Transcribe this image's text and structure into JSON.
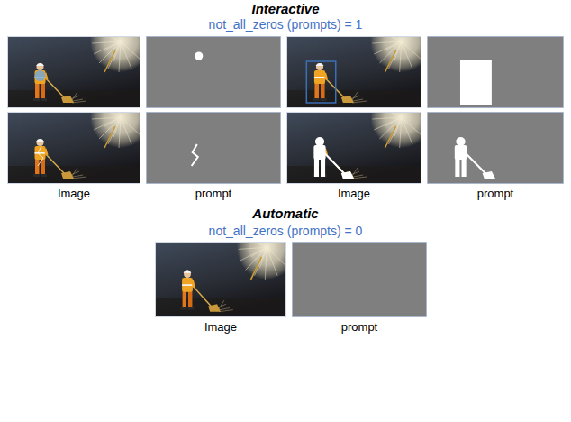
{
  "diagram": {
    "labels": [
      "Interactive",
      "not_all_zeros (prompts) = 1",
      "Image",
      "prompt",
      "Image",
      "prompt",
      "Automatic",
      "not_all_zeros (prompts) = 0",
      "Image",
      "prompt"
    ]
  }
}
